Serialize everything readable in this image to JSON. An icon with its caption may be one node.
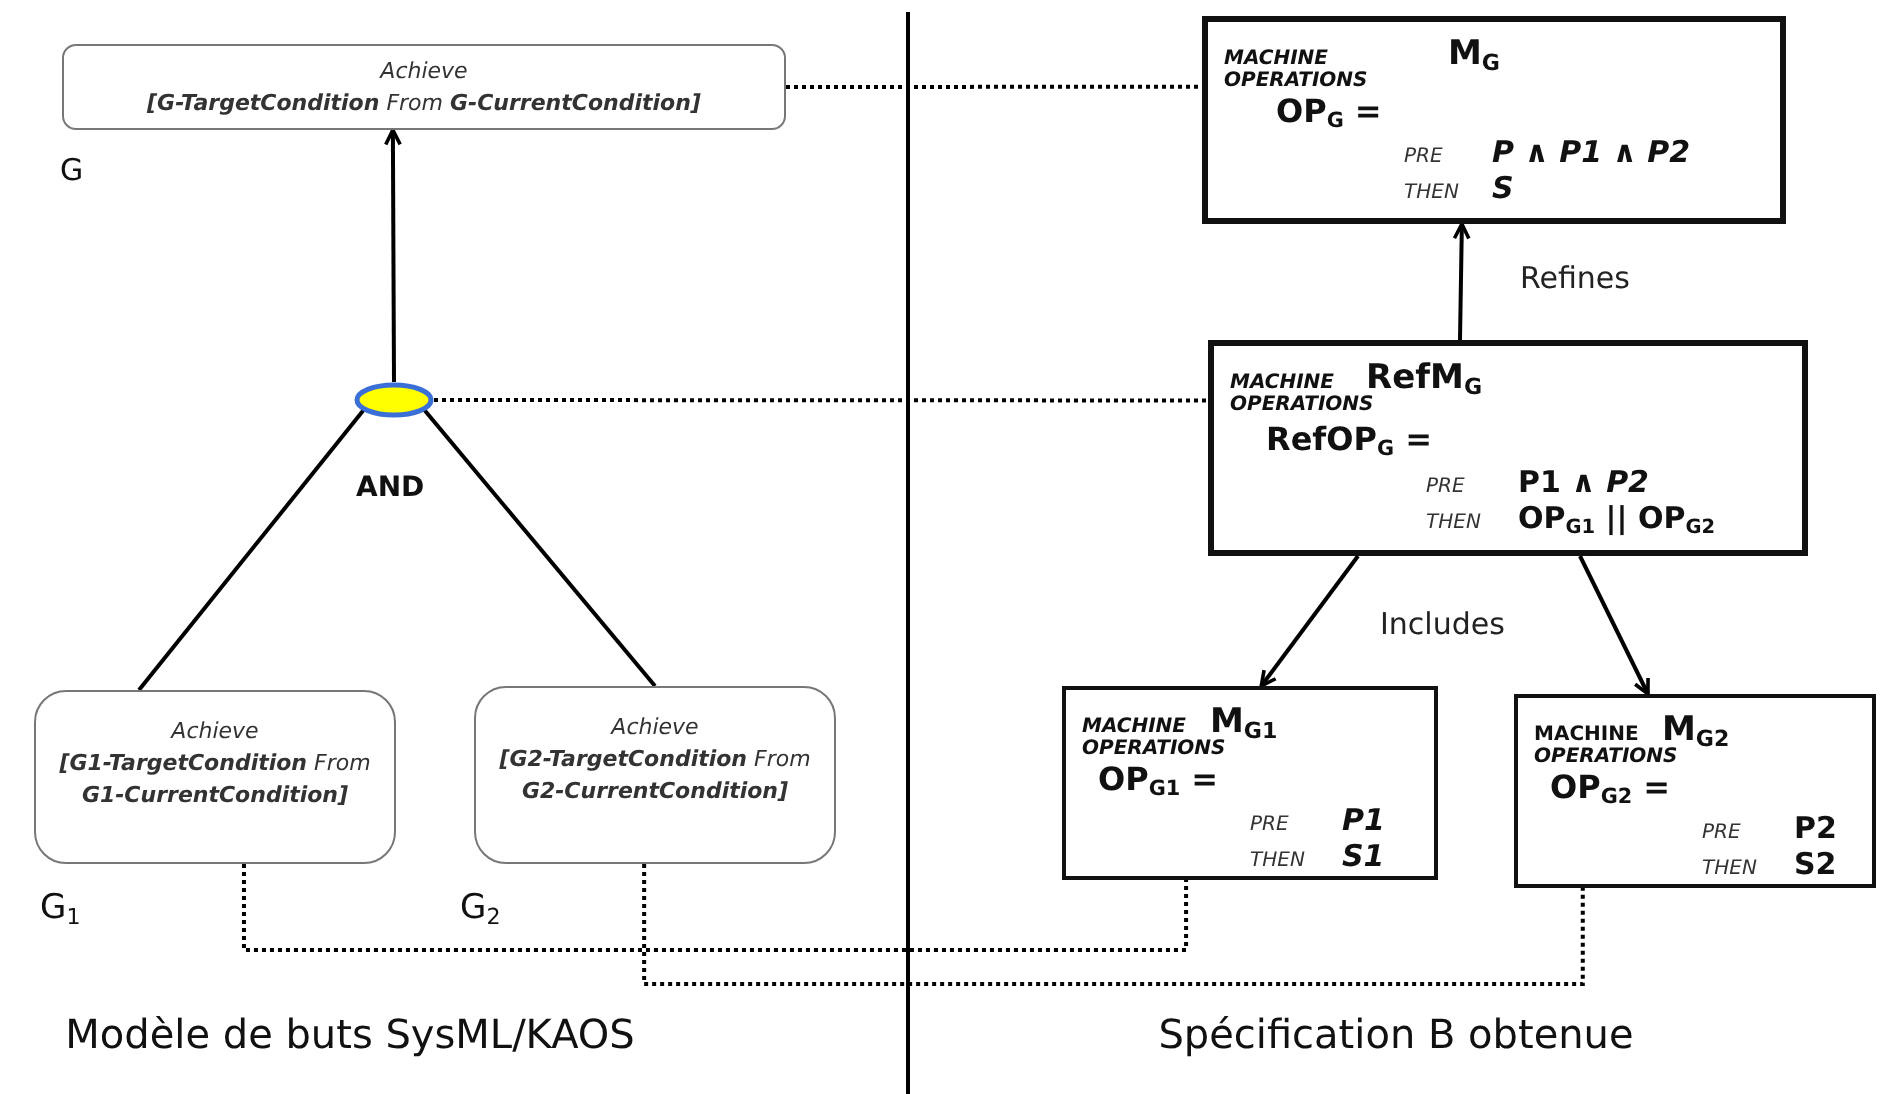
{
  "diagram": {
    "nodes": [
      {
        "text": [
          "Achieve",
          "**[G-TargetCondition** From **G-CurrentCondition]**"
        ],
        "beside": [
          "G"
        ]
      },
      {
        "text": [],
        "shape": "circle",
        "beside": [
          "AND"
        ]
      },
      {
        "text": [
          "Achieve",
          "**[G1-TargetCondition** From **G1-CurrentCondition]**"
        ],
        "beside": [
          "G$_{1}$"
        ]
      },
      {
        "text": [
          "Achieve",
          "**[G2-TargetCondition** From **G2-CurrentCondition]**"
        ],
        "beside": [
          "G$_{2}$"
        ]
      },
      {
        "text": [
          "MACHINE",
          "M$_{G}$",
          "OPERATIONS",
          "OP$_{G}$ =",
          "PRE",
          "P ∧ P1 ∧ P2",
          "THEN",
          "S"
        ]
      },
      {
        "text": [
          "MACHINE",
          "RefM$_{G}$",
          "OPERATIONS",
          "RefOP$_{G}$ =",
          "PRE",
          "P1 ∧ *P2*",
          "THEN",
          "OP$_{G1}$ || OP$_{G2}$"
        ]
      },
      {
        "text": [
          "MACHINE",
          "M$_{G1}$",
          "OPERATIONS",
          "OP$_{G1}$ =",
          "PRE",
          "P1",
          "THEN",
          "S1"
        ]
      },
      {
        "text": [
          "MACHINE",
          "M$_{G2}$",
          "OPERATIONS",
          "OP$_{G2}$ =",
          "PRE",
          "P2",
          "THEN",
          "S2"
        ]
      }
    ],
    "edges": [
      {
        "from": 1,
        "to": 0,
        "arrow": "to"
      },
      {
        "from": 2,
        "to": 1,
        "arrow": "none"
      },
      {
        "from": 3,
        "to": 1,
        "arrow": "none"
      },
      {
        "from": 0,
        "to": 4,
        "arrow": "none",
        "style": "dashed"
      },
      {
        "from": 1,
        "to": 5,
        "arrow": "none",
        "style": "dashed"
      },
      {
        "from": 2,
        "to": 6,
        "arrow": "none",
        "style": "dashed"
      },
      {
        "from": 3,
        "to": 7,
        "arrow": "none",
        "style": "dashed"
      },
      {
        "from": 5,
        "to": 4,
        "arrow": "to",
        "label": "Refines"
      },
      {
        "from": 5,
        "to": 6,
        "arrow": "to",
        "label": "Includes"
      },
      {
        "from": 5,
        "to": 7,
        "arrow": "to"
      }
    ],
    "labels": [
      "Modèle de buts SysML/KAOS",
      "Spécification B obtenue"
    ]
  }
}
